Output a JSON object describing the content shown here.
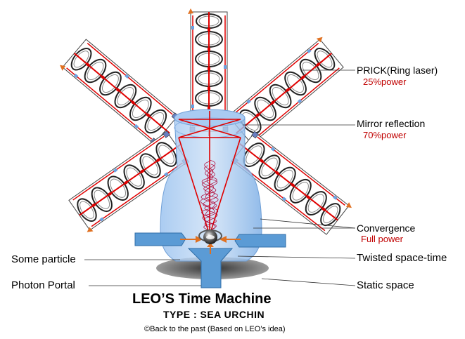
{
  "labels": {
    "prick": "PRICK(Ring laser)",
    "prick_power": "25%power",
    "mirror": "Mirror reflection",
    "mirror_power": "70%power",
    "convergence": "Convergence",
    "convergence_power": "Full power",
    "some_particle": "Some particle",
    "twisted": "Twisted space-time",
    "photon_portal": "Photon Portal",
    "static_space": "Static space"
  },
  "title": "LEO’S  Time Machine",
  "subtitle": "TYPE : SEA URCHIN",
  "credit": "©Back to the past (Based on LEO’s idea)",
  "colors": {
    "laser": "#e00000",
    "vessel": "#7fb2e8",
    "funnel": "#5b9bd5",
    "arrow": "#e07020",
    "coil": "#b00030"
  },
  "icons": {
    "ring_laser": "ring-laser-arm-icon",
    "particle": "particle-sphere-icon",
    "arrow": "arrow-icon"
  }
}
